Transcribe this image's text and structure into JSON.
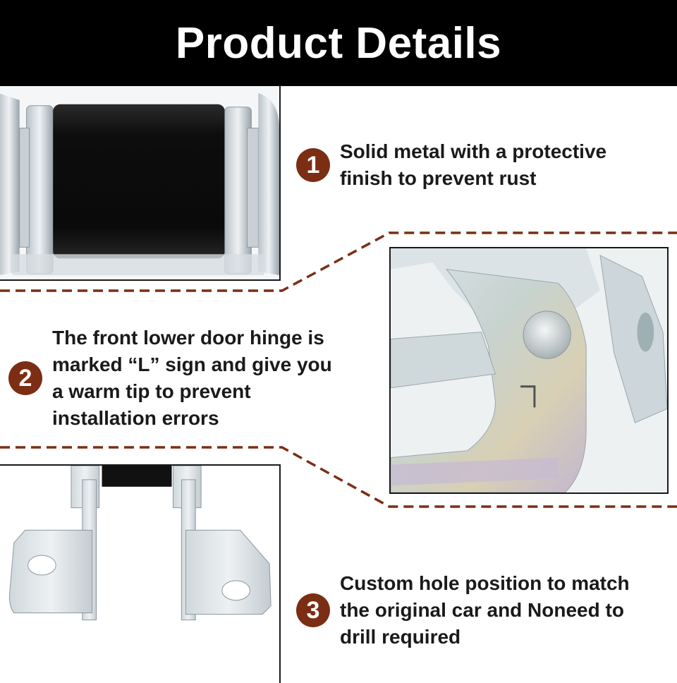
{
  "header": {
    "title": "Product Details"
  },
  "features": [
    {
      "number": "1",
      "text_lines": [
        "Solid metal with a protective",
        "finish to prevent rust"
      ]
    },
    {
      "number": "2",
      "text_lines": [
        "The front lower door hinge is",
        "marked “L” sign and give you",
        "a warm tip to prevent",
        "installation errors"
      ]
    },
    {
      "number": "3",
      "text_lines": [
        "Custom hole position to match",
        "the original car and Noneed to",
        "drill required"
      ]
    }
  ],
  "colors": {
    "header_bg": "#000000",
    "header_text": "#ffffff",
    "badge": "#7b2e14",
    "dash": "#7b2e14",
    "body_text": "#1a1a1a"
  },
  "photos": {
    "photo1": "hinge-roller-closeup",
    "photo2": "hinge-l-mark-closeup",
    "photo3": "hinge-mounting-plates"
  },
  "l_mark": "L"
}
